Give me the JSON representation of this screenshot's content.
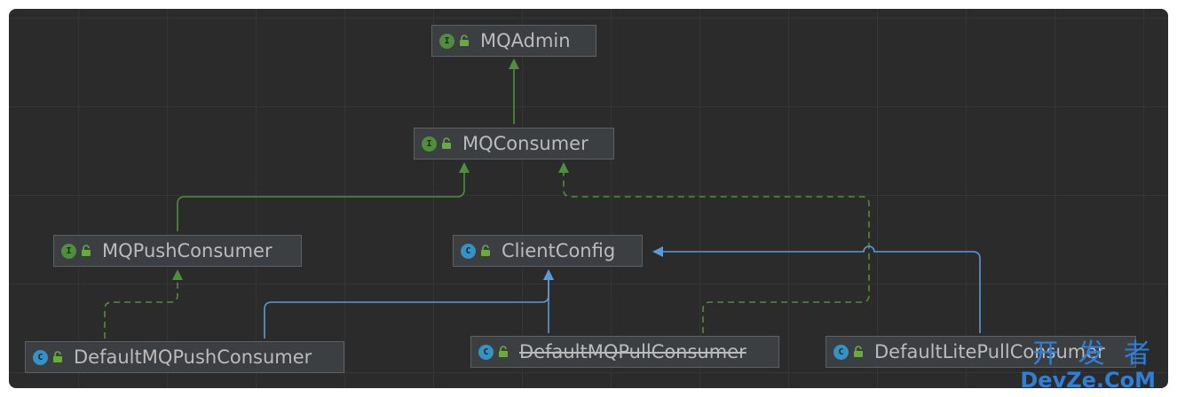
{
  "colors": {
    "background": "#2b2b2b",
    "node_fill": "#3c3f41",
    "node_text": "#bbbbbb",
    "extends_edge": "#4f8e3c",
    "implements_edge": "#5b9bd5",
    "watermark": "#2f7fd8"
  },
  "nodes": {
    "mqadmin": {
      "label": "MQAdmin",
      "kind": "I"
    },
    "mqconsumer": {
      "label": "MQConsumer",
      "kind": "I"
    },
    "mqpushconsumer": {
      "label": "MQPushConsumer",
      "kind": "I"
    },
    "clientconfig": {
      "label": "ClientConfig",
      "kind": "C"
    },
    "defaultmqpushconsumer": {
      "label": "DefaultMQPushConsumer",
      "kind": "C"
    },
    "defaultmqpullconsumer": {
      "label": "DefaultMQPullConsumer",
      "kind": "C",
      "deprecated": true
    },
    "defaultlitepullconsumer": {
      "label": "DefaultLitePullConsumer",
      "kind": "C"
    }
  },
  "edges": [
    {
      "from": "MQConsumer",
      "to": "MQAdmin",
      "style": "extends-solid-green"
    },
    {
      "from": "MQPushConsumer",
      "to": "MQConsumer",
      "style": "extends-solid-green"
    },
    {
      "from": "DefaultMQPushConsumer",
      "to": "MQPushConsumer",
      "style": "implements-dashed-green"
    },
    {
      "from": "DefaultMQPushConsumer",
      "to": "ClientConfig",
      "style": "extends-solid-blue"
    },
    {
      "from": "DefaultMQPullConsumer",
      "to": "ClientConfig",
      "style": "extends-solid-blue"
    },
    {
      "from": "DefaultMQPullConsumer",
      "to": "MQConsumer",
      "style": "implements-dashed-green"
    },
    {
      "from": "DefaultLitePullConsumer",
      "to": "ClientConfig",
      "style": "extends-solid-blue"
    }
  ],
  "watermark": {
    "line1": "开 发 者",
    "line2": "DevZe.CoM"
  }
}
